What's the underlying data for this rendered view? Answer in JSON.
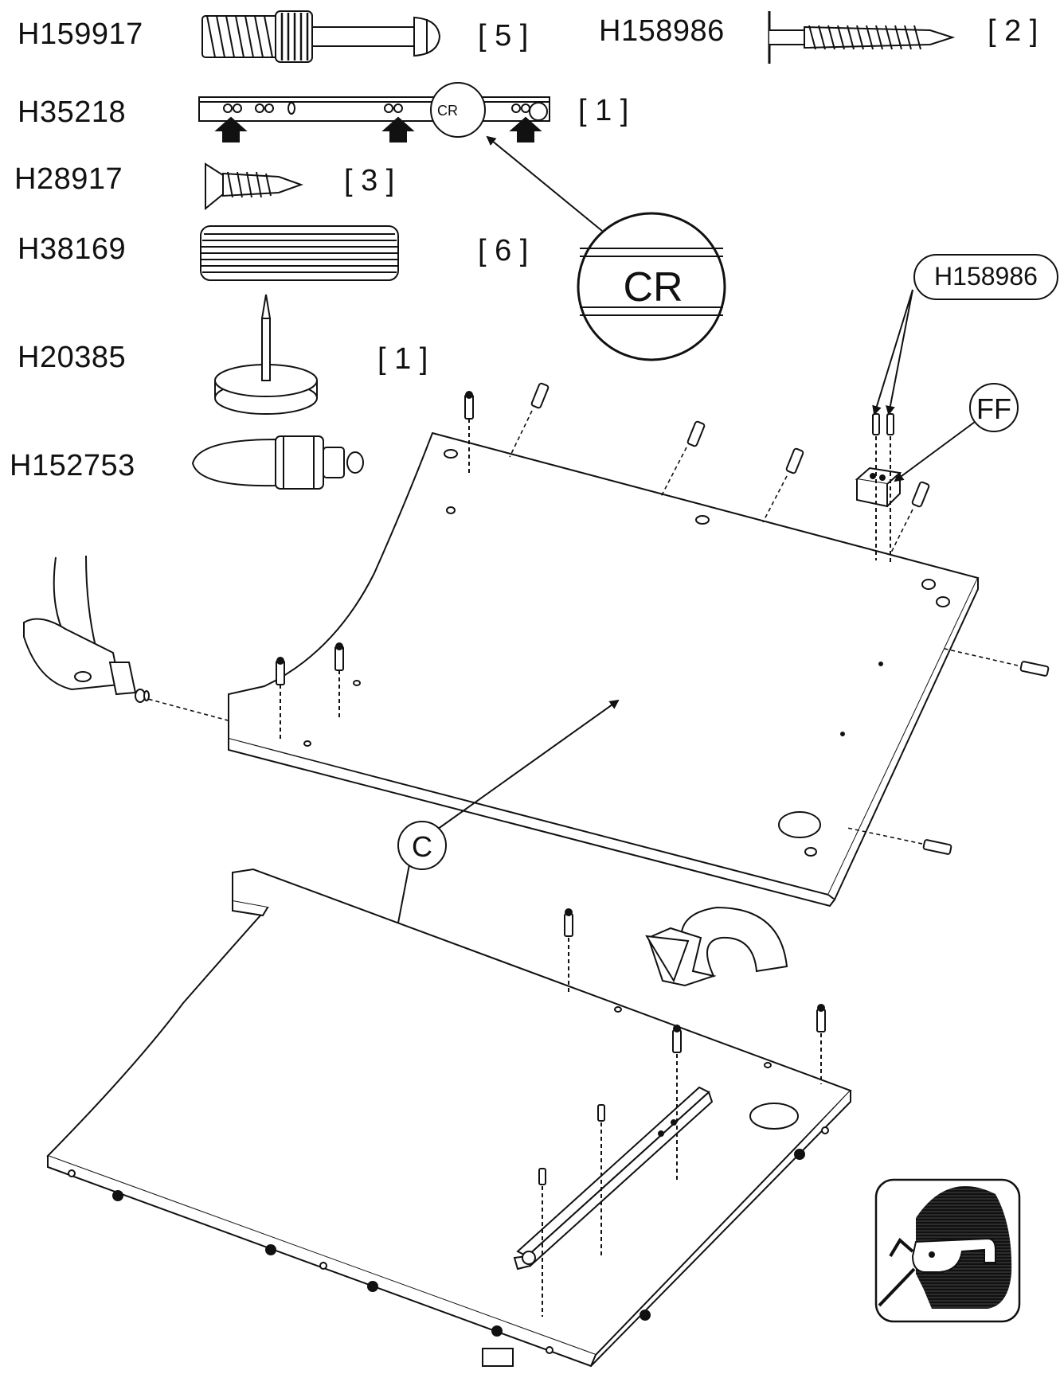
{
  "parts": [
    {
      "code": "H159917",
      "qty": "[ 5 ]"
    },
    {
      "code": "H158986",
      "qty": "[ 2 ]"
    },
    {
      "code": "H35218",
      "qty": "[ 1 ]"
    },
    {
      "code": "H28917",
      "qty": "[ 3 ]"
    },
    {
      "code": "H38169",
      "qty": "[ 6 ]"
    },
    {
      "code": "H20385",
      "qty": "[ 1 ]"
    },
    {
      "code": "H152753",
      "qty": ""
    }
  ],
  "markings": {
    "rail_small": "CR",
    "rail_zoom": "CR"
  },
  "callouts": {
    "screw_ref": "H158986",
    "block": "FF",
    "panel": "C"
  },
  "icons": {
    "flip": "rotate-arrow-icon",
    "safety": "safety-glasses-icon",
    "hammer": "hammer-icon"
  }
}
